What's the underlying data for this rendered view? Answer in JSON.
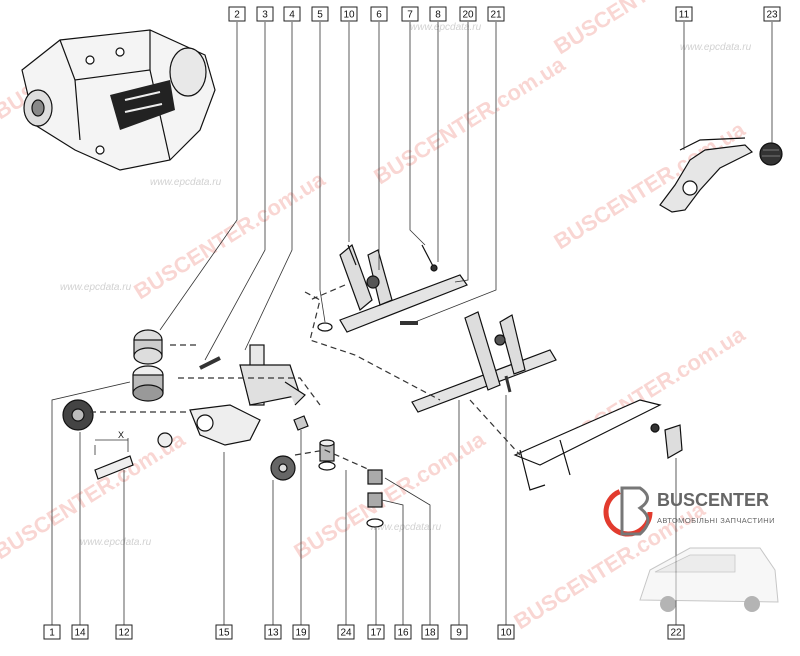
{
  "callouts": [
    "1",
    "14",
    "12",
    "15",
    "13",
    "19",
    "24",
    "17",
    "16",
    "18",
    "9",
    "10",
    "22",
    "2",
    "3",
    "4",
    "5",
    "10",
    "6",
    "7",
    "8",
    "20",
    "21",
    "11",
    "23"
  ],
  "dimension_label": "X",
  "watermarks": {
    "red": [
      "BUSCENTER",
      "BUSCENTER.com.ua",
      "BUSCENTER.com.ua",
      "BUSCENTER.com.ua",
      "BUSCENTER.com.ua",
      "BUSCENTER.com.ua",
      "BUSCENTER.com.ua",
      "BUSCENTER.com.ua",
      "BUSCENTER.com.ua"
    ],
    "grey": [
      "www.epcdata.ru",
      "www.epcdata.ru",
      "www.epcdata.ru",
      "www.epcdata.ru",
      "www.epcdata.ru",
      "www.epcdata.ru"
    ]
  },
  "brand": {
    "name": "BUSCENTER",
    "subtitle": "АВТОМОБІЛЬНІ ЗАПЧАСТИНИ",
    "accent_color": "#e23b2e"
  }
}
